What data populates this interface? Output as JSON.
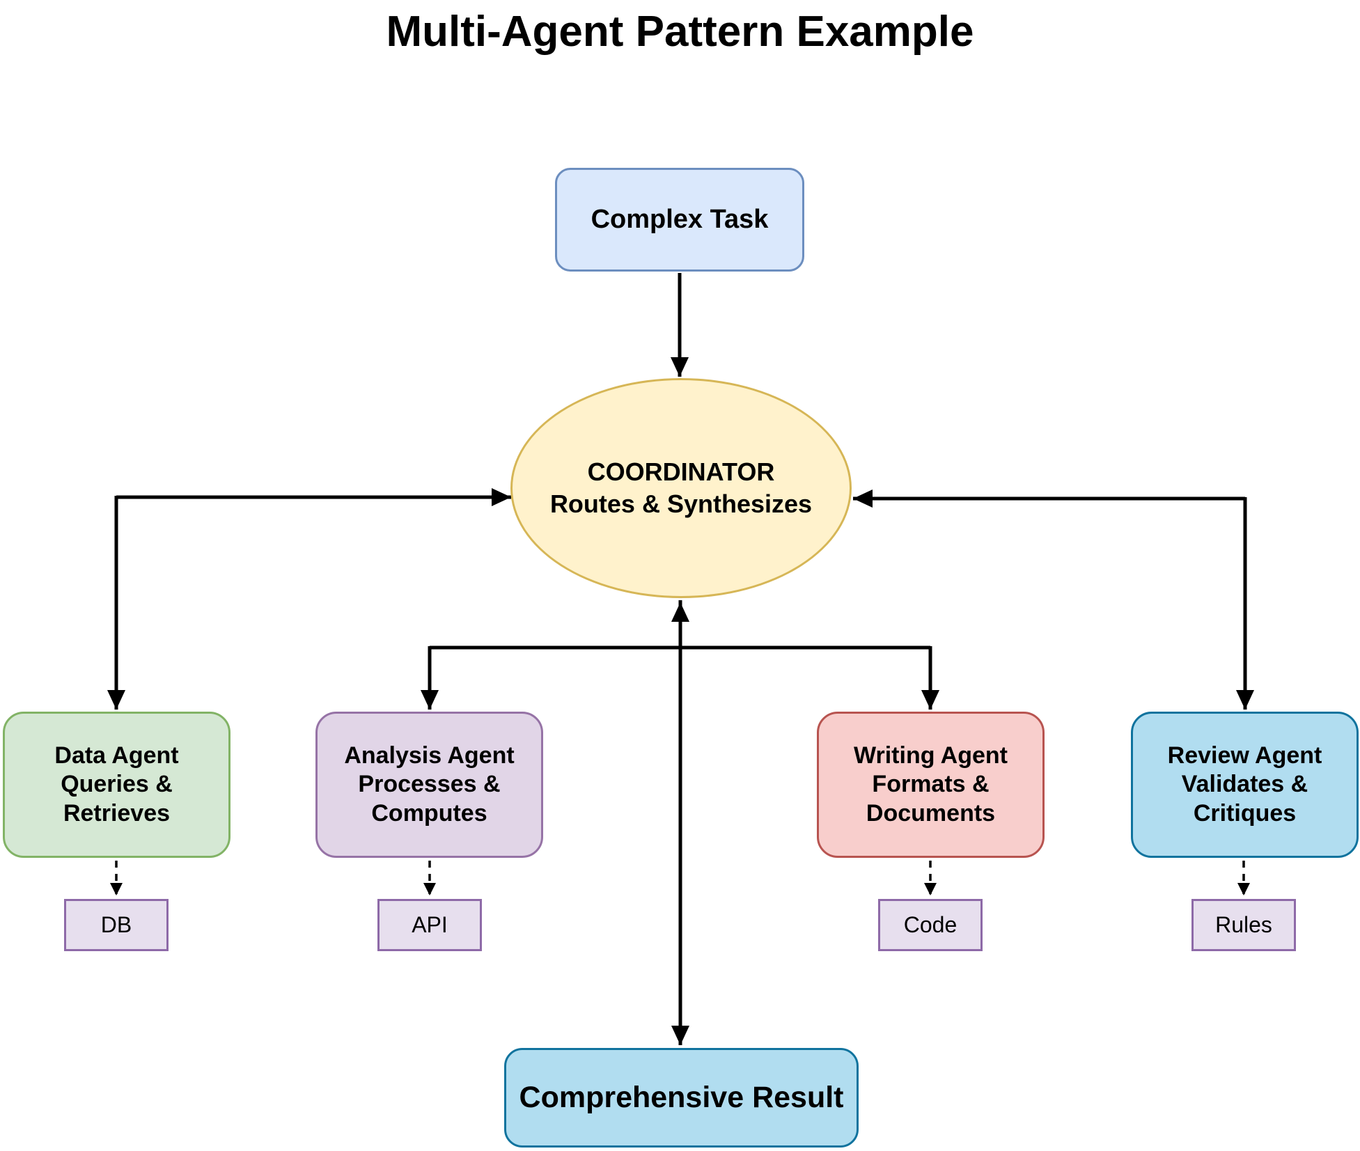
{
  "title": "Multi-Agent Pattern Example",
  "nodes": {
    "task": {
      "label": "Complex Task"
    },
    "coordinator": {
      "lines": [
        "COORDINATOR",
        "Routes & Synthesizes"
      ]
    },
    "agents": [
      {
        "name": "data",
        "lines": [
          "Data Agent",
          "Queries &",
          "Retrieves"
        ],
        "tool": "DB"
      },
      {
        "name": "analysis",
        "lines": [
          "Analysis Agent",
          "Processes &",
          "Computes"
        ],
        "tool": "API"
      },
      {
        "name": "writing",
        "lines": [
          "Writing Agent",
          "Formats &",
          "Documents"
        ],
        "tool": "Code"
      },
      {
        "name": "review",
        "lines": [
          "Review Agent",
          "Validates &",
          "Critiques"
        ],
        "tool": "Rules"
      }
    ],
    "result": {
      "label": "Comprehensive Result"
    }
  },
  "colors": {
    "task_fill": "#dae8fc",
    "task_stroke": "#6c8ebf",
    "coordinator_fill": "#fff2cc",
    "coordinator_stroke": "#d6b656",
    "data_fill": "#d5e8d4",
    "data_stroke": "#82b366",
    "analysis_fill": "#e1d5e7",
    "analysis_stroke": "#9673a6",
    "writing_fill": "#f8cecc",
    "writing_stroke": "#b85450",
    "review_fill": "#b1ddf0",
    "review_stroke": "#10739e",
    "result_fill": "#b1ddf0",
    "result_stroke": "#10739e",
    "tool_fill": "#e7dfee",
    "tool_stroke": "#8e6aa8",
    "edge": "#000000"
  }
}
